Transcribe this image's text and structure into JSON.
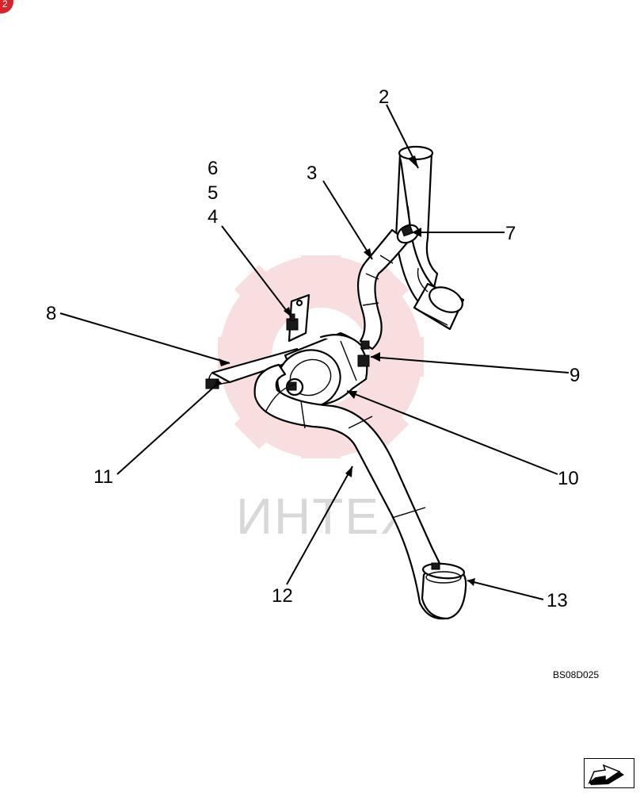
{
  "corner_badge": "2",
  "watermark": "ИНТЕХ",
  "drawing_code": "BS08D025",
  "callouts": [
    "2",
    "3",
    "4",
    "5",
    "6",
    "7",
    "8",
    "9",
    "10",
    "11",
    "12",
    "13"
  ],
  "nav_icon": "arrow-icon",
  "colors": {
    "badge": "#d8232a",
    "watermark_gear": "#f4c4c4",
    "watermark_text": "#d8d8d8"
  }
}
